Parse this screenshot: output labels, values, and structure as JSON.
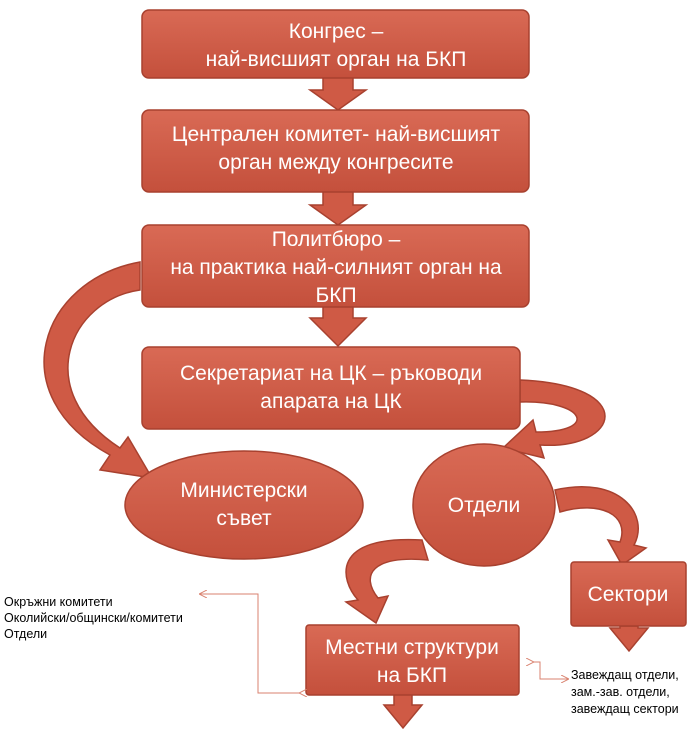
{
  "nodes": {
    "congress": {
      "line1": "Конгрес –",
      "line2": "най-висшият орган на БКП"
    },
    "central_committee": {
      "line1": "Централен комитет- най-висшият",
      "line2": "орган между конгресите"
    },
    "politburo": {
      "line1": "Политбюро –",
      "line2": "на практика най-силният орган на",
      "line3": "БКП"
    },
    "secretariat": {
      "line1": "Секретариат на ЦК – ръководи",
      "line2": "апарата на ЦК"
    },
    "council_of_ministers": {
      "line1": "Министерски",
      "line2": "съвет"
    },
    "departments": {
      "line1": "Отдели"
    },
    "sectors": {
      "line1": "Сектори"
    },
    "local_structures": {
      "line1": "Местни структури",
      "line2": "на БКП"
    }
  },
  "notes": {
    "left": {
      "line1": "Окръжни комитети",
      "line2": "Околийски/общински/комитети",
      "line3": "Отдели"
    },
    "right": {
      "line1": "Завеждащ отдели,",
      "line2": "зам.-зав. отдели,",
      "line3": "завеждащ сектори"
    }
  },
  "colors": {
    "fill": "#cf5a45",
    "stroke": "#a8412f",
    "note_line": "#d9826f"
  }
}
